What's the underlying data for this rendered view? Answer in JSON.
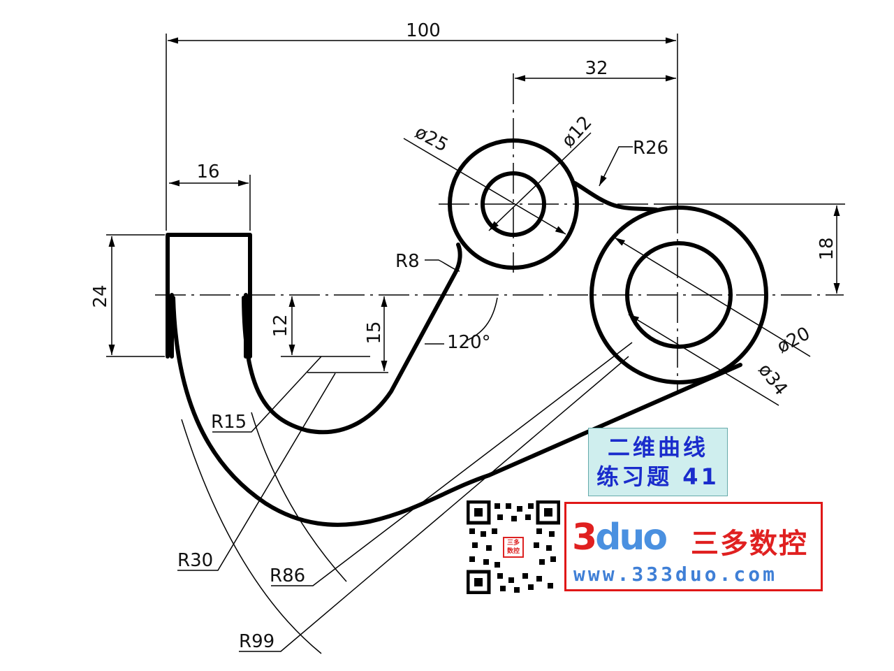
{
  "dimensions": {
    "d100": "100",
    "d32": "32",
    "d16": "16",
    "d24": "24",
    "d12": "12",
    "d15": "15",
    "d18": "18",
    "phi25": "ø25",
    "phi12": "ø12",
    "phi20": "ø20",
    "phi34": "ø34",
    "r26": "R26",
    "r8": "R8",
    "r15": "R15",
    "r30": "R30",
    "r86": "R86",
    "r99": "R99",
    "angle120": "120°"
  },
  "title": {
    "line1": "二维曲线",
    "line2": "练习题 41"
  },
  "brand": {
    "logo_3": "3",
    "logo_duo": "duo",
    "name": "三多数控",
    "url": "www.333duo.com",
    "qr_label": "三多数控"
  },
  "colors": {
    "title_bg": "#cfeeee",
    "title_text": "#1a2ccc",
    "brand_red": "#e01818",
    "brand_blue": "#3f7fd6"
  }
}
